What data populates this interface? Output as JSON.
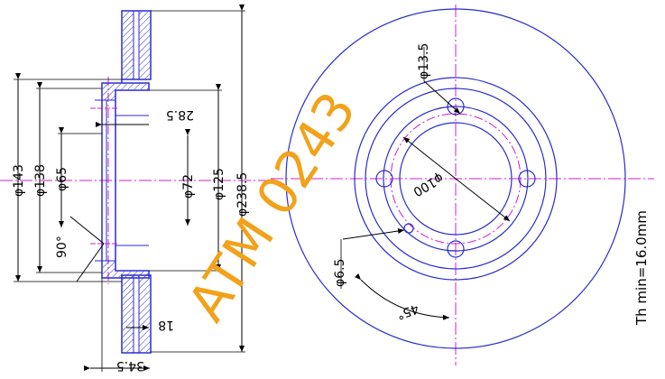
{
  "dimensions": {
    "d143": "φ143",
    "d138": "φ138",
    "d65": "φ65",
    "angle90": "90°",
    "d28_5": "28.5",
    "d72": "φ72",
    "d125": "φ125",
    "d238_5": "φ238.5",
    "d18": "18",
    "d34_5": "34.5",
    "d13_5": "φ13.5",
    "d100": "φ100",
    "d6_5": "φ6.5",
    "angle45": "45°"
  },
  "watermark": "ATM 0243",
  "side_note": "Th min=16.0mm",
  "colors": {
    "outline": "#2a2ad0",
    "centerline": "#d020d0",
    "dimension": "#000000",
    "watermark": "#f2a21a"
  }
}
